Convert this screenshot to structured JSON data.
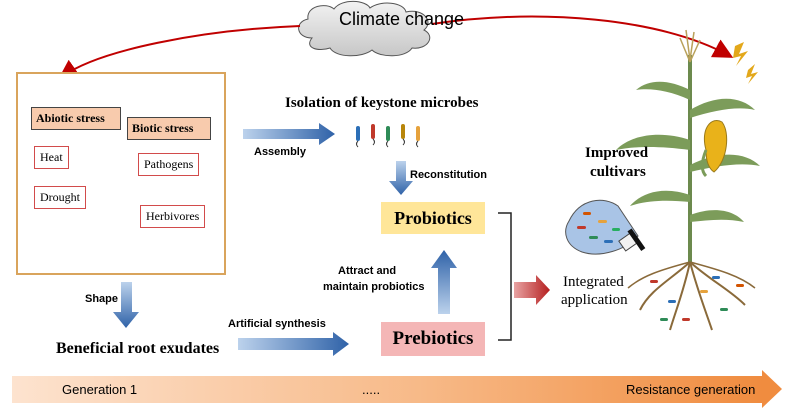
{
  "climate": {
    "label": "Climate change"
  },
  "stress": {
    "abiotic": "Abiotic stress",
    "biotic": "Biotic stress",
    "heat": "Heat",
    "drought": "Drought",
    "pathogens": "Pathogens",
    "herbivores": "Herbivores"
  },
  "flow": {
    "assembly": "Assembly",
    "isolation": "Isolation of keystone microbes",
    "reconstitution": "Reconstitution",
    "probiotics": "Probiotics",
    "prebiotics": "Prebiotics",
    "attract": "Attract and",
    "maintain": "maintain probiotics",
    "shape": "Shape",
    "root_exudates": "Beneficial root exudates",
    "artificial": "Artificial synthesis",
    "integrated_1": "Integrated",
    "integrated_2": "application",
    "improved_1": "Improved",
    "improved_2": "cultivars"
  },
  "generation": {
    "start": "Generation 1",
    "middle": ".....",
    "end": "Resistance generation"
  },
  "colors": {
    "blue_arrow": "#3d73b8",
    "red_arrow": "#c00000",
    "panel_border": "#d9a45c",
    "abiotic_fill": "#f8cbad",
    "probiotics_fill": "#ffe699",
    "prebiotics_fill": "#f4b6b6"
  },
  "icons": [
    "cloud-icon",
    "lightning-icon",
    "plant-icon",
    "maize-plant-icon",
    "bacteria-icon",
    "spray-bottle-icon"
  ]
}
